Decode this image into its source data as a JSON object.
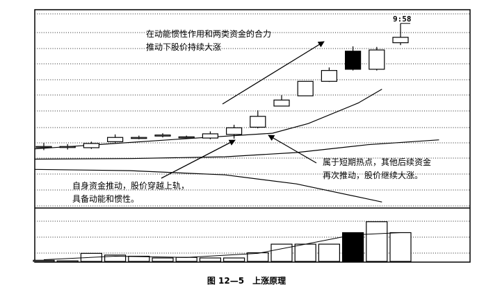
{
  "chart_data": {
    "type": "candlestick",
    "time_label": "9:58",
    "candles": [
      {
        "open": 0.2,
        "close": 0.2,
        "high": 0.8,
        "low": -0.4
      },
      {
        "open": 0.2,
        "close": 0.2,
        "high": 0.6,
        "low": -0.3
      },
      {
        "open": 0.0,
        "close": 0.7,
        "high": 1.0,
        "low": -0.2
      },
      {
        "open": 1.0,
        "close": 1.7,
        "high": 2.2,
        "low": 0.8
      },
      {
        "open": 1.7,
        "close": 1.7,
        "high": 2.0,
        "low": 1.4
      },
      {
        "open": 2.0,
        "close": 2.1,
        "high": 2.4,
        "low": 1.7
      },
      {
        "open": 1.7,
        "close": 1.8,
        "high": 2.0,
        "low": 1.5
      },
      {
        "open": 1.6,
        "close": 2.3,
        "high": 2.7,
        "low": 1.4
      },
      {
        "open": 2.2,
        "close": 3.3,
        "high": 3.8,
        "low": 1.5
      },
      {
        "open": 3.4,
        "close": 5.2,
        "high": 6.2,
        "low": 3.2
      },
      {
        "open": 6.9,
        "close": 7.9,
        "high": 8.7,
        "low": 6.9
      },
      {
        "open": 8.6,
        "close": 11.0,
        "high": 11.0,
        "low": 8.6
      },
      {
        "open": 11.0,
        "close": 12.8,
        "high": 13.3,
        "low": 10.9
      },
      {
        "open": 16.0,
        "close": 13.0,
        "high": 16.8,
        "low": 12.8
      },
      {
        "open": 13.0,
        "close": 16.2,
        "high": 16.7,
        "low": 12.8
      },
      {
        "open": 17.4,
        "close": 18.3,
        "high": 20.6,
        "low": 17.0
      }
    ],
    "bands": {
      "upper": [
        {
          "i": 0,
          "v": -0.2
        },
        {
          "i": 6,
          "v": 1.4
        },
        {
          "i": 10,
          "v": 2.4
        },
        {
          "i": 11.5,
          "v": 4.0
        },
        {
          "i": 13.6,
          "v": 7.4
        },
        {
          "i": 14.6,
          "v": 9.7
        }
      ],
      "middle": [
        {
          "i": 0,
          "v": -1.9
        },
        {
          "i": 4,
          "v": -1.8
        },
        {
          "i": 8,
          "v": -1.5
        },
        {
          "i": 11,
          "v": -0.8
        },
        {
          "i": 14,
          "v": 0.5
        },
        {
          "i": 17,
          "v": 1.3
        }
      ],
      "lower": [
        {
          "i": 0,
          "v": -3.6
        },
        {
          "i": 4,
          "v": -3.8
        },
        {
          "i": 8,
          "v": -4.5
        },
        {
          "i": 11,
          "v": -6.0
        },
        {
          "i": 14,
          "v": -8.5
        },
        {
          "i": 14.6,
          "v": -9.0
        }
      ]
    },
    "volume": [
      2,
      1,
      14,
      11,
      9,
      6,
      7,
      6,
      6,
      15,
      30,
      30,
      30,
      50,
      69,
      50
    ],
    "volume_ma": [
      {
        "i": 0,
        "v": 3
      },
      {
        "i": 3,
        "v": 9
      },
      {
        "i": 6,
        "v": 7
      },
      {
        "i": 9,
        "v": 14
      },
      {
        "i": 11,
        "v": 30
      },
      {
        "i": 13,
        "v": 46
      },
      {
        "i": 15,
        "v": 50
      }
    ]
  },
  "annotations": {
    "top_line1": "在动能惯性作用和两类资金的合力",
    "top_line2": "推动下股价持续大涨",
    "right_line1": "属于短期热点，其他后续资金",
    "right_line2": "再次推动，股价继续大涨。",
    "left_line1": "自身资金推动，股价穿越上轨，",
    "left_line2": "具备动能和惯性。"
  },
  "caption": "图 12—5　上涨原理"
}
